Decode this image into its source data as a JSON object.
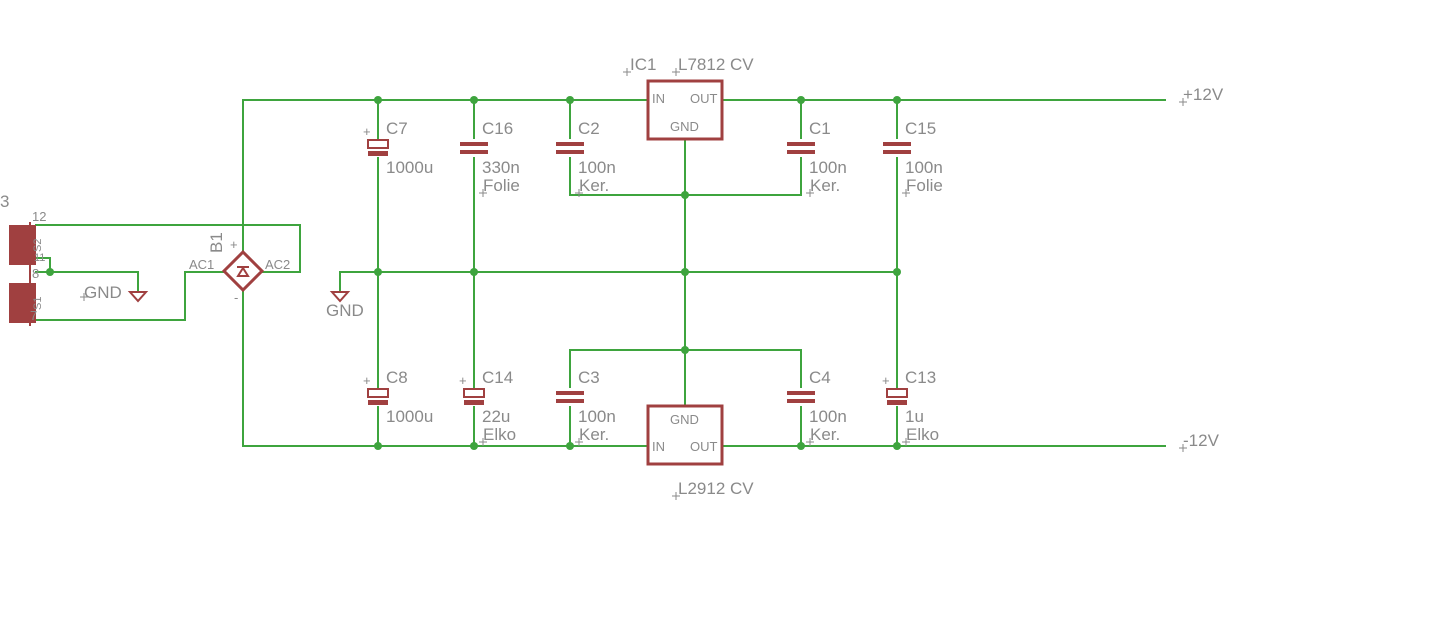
{
  "transformer": {
    "ref": "3",
    "pins": {
      "p12": "12",
      "p11": "11",
      "p8": "8",
      "p7": "7"
    },
    "windings": {
      "s2": "S2",
      "s1": "S1"
    }
  },
  "gnd_labels": [
    "GND",
    "GND"
  ],
  "bridge": {
    "ref": "B1",
    "ac1": "AC1",
    "ac2": "AC2",
    "plus": "+",
    "minus": "-"
  },
  "ic1": {
    "ref": "IC1",
    "value": "L7812 CV",
    "in": "IN",
    "out": "OUT",
    "gnd": "GND"
  },
  "ic2": {
    "value": "L2912 CV",
    "in": "IN",
    "out": "OUT",
    "gnd": "GND"
  },
  "capacitors": {
    "C7": {
      "ref": "C7",
      "value": "1000u",
      "type": ""
    },
    "C16": {
      "ref": "C16",
      "value": "330n",
      "type": "Folie"
    },
    "C2": {
      "ref": "C2",
      "value": "100n",
      "type": "Ker."
    },
    "C1": {
      "ref": "C1",
      "value": "100n",
      "type": "Ker."
    },
    "C15": {
      "ref": "C15",
      "value": "100n",
      "type": "Folie"
    },
    "C8": {
      "ref": "C8",
      "value": "1000u",
      "type": ""
    },
    "C14": {
      "ref": "C14",
      "value": "22u",
      "type": "Elko"
    },
    "C3": {
      "ref": "C3",
      "value": "100n",
      "type": "Ker."
    },
    "C4": {
      "ref": "C4",
      "value": "100n",
      "type": "Ker."
    },
    "C13": {
      "ref": "C13",
      "value": "1u",
      "type": "Elko"
    }
  },
  "polarity_mark": "+",
  "supplies": {
    "pos": "+12V",
    "neg": "-12V"
  },
  "colors": {
    "wire": "#3ea43e",
    "part": "#a04040",
    "text": "#8a8a8a",
    "background": "#ffffff"
  }
}
